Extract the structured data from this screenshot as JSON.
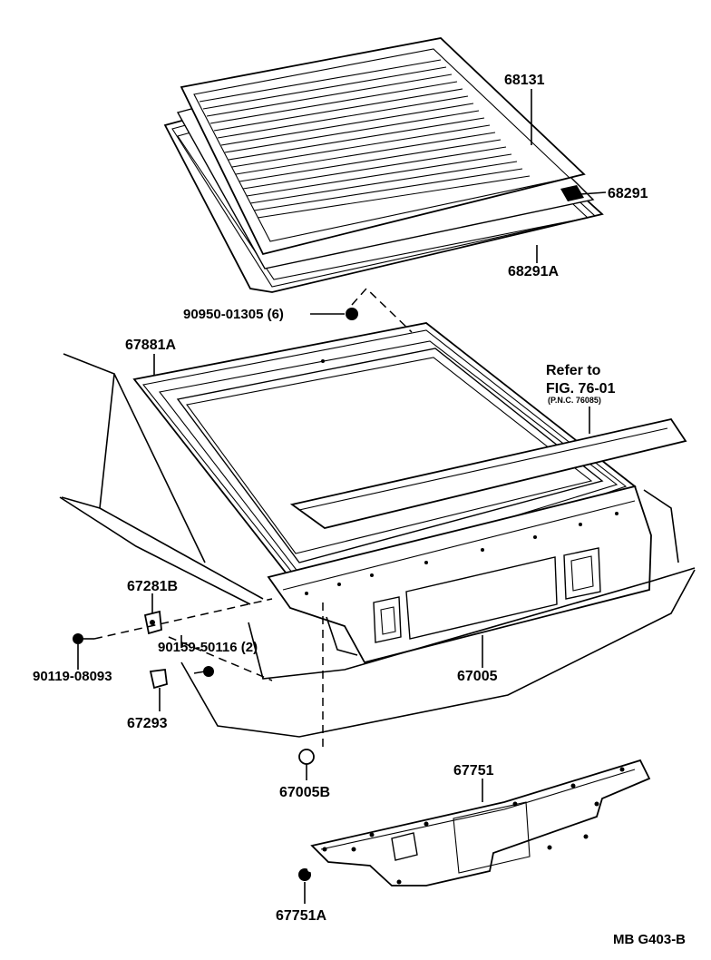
{
  "parts": {
    "p68131": "68131",
    "p68291": "68291",
    "p68291A": "68291A",
    "p90950": "90950-01305 (6)",
    "p67881A": "67881A",
    "refer_line1": "Refer to",
    "refer_line2": "FIG. 76-01",
    "refer_line3": "(P.N.C. 76085)",
    "p67281B": "67281B",
    "p90159": "90159-50116 (2)",
    "p90119": "90119-08093",
    "p67005": "67005",
    "p67293": "67293",
    "p67005B": "67005B",
    "p67751": "67751",
    "p67751A": "67751A"
  },
  "footer": {
    "code": "MB G403-B"
  }
}
